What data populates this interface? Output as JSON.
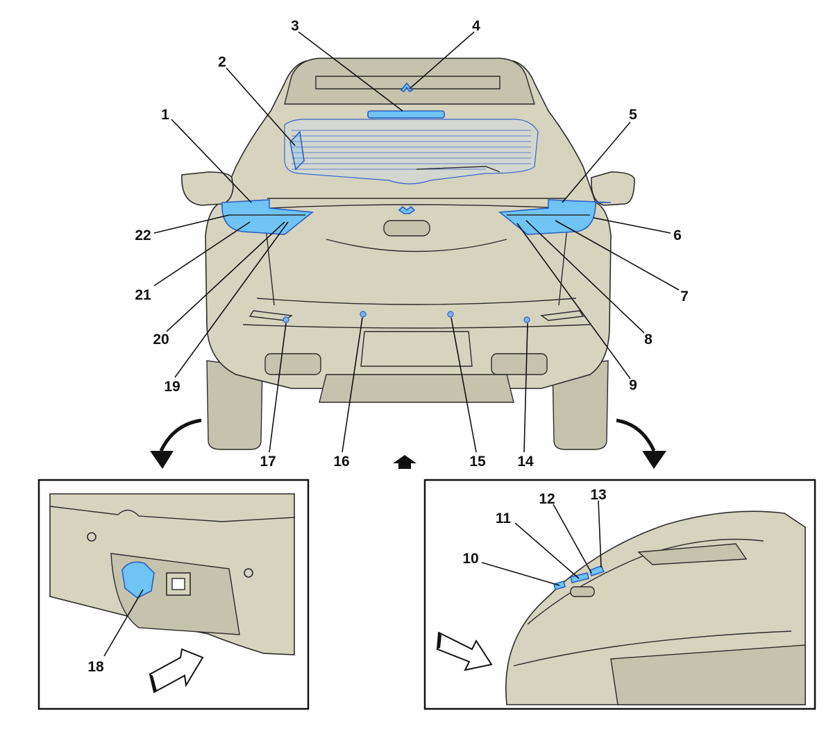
{
  "callouts": [
    {
      "id": "1",
      "text": "1"
    },
    {
      "id": "2",
      "text": "2"
    },
    {
      "id": "3",
      "text": "3"
    },
    {
      "id": "4",
      "text": "4"
    },
    {
      "id": "5",
      "text": "5"
    },
    {
      "id": "6",
      "text": "6"
    },
    {
      "id": "7",
      "text": "7"
    },
    {
      "id": "8",
      "text": "8"
    },
    {
      "id": "9",
      "text": "9"
    },
    {
      "id": "10",
      "text": "10"
    },
    {
      "id": "11",
      "text": "11"
    },
    {
      "id": "12",
      "text": "12"
    },
    {
      "id": "13",
      "text": "13"
    },
    {
      "id": "14",
      "text": "14"
    },
    {
      "id": "15",
      "text": "15"
    },
    {
      "id": "16",
      "text": "16"
    },
    {
      "id": "17",
      "text": "17"
    },
    {
      "id": "18",
      "text": "18"
    },
    {
      "id": "19",
      "text": "19"
    },
    {
      "id": "20",
      "text": "20"
    },
    {
      "id": "21",
      "text": "21"
    },
    {
      "id": "22",
      "text": "22"
    }
  ],
  "colors": {
    "highlight": "#6fc3f5",
    "highlight_outline": "#2a5fc4",
    "body": "#d6d3bf",
    "line": "#2b2b2b"
  },
  "icons": {
    "front_direction": "forward-arrow-icon",
    "view_arrows": "curved-arrow-icon",
    "inset_view_direction": "view-direction-arrow-icon"
  }
}
